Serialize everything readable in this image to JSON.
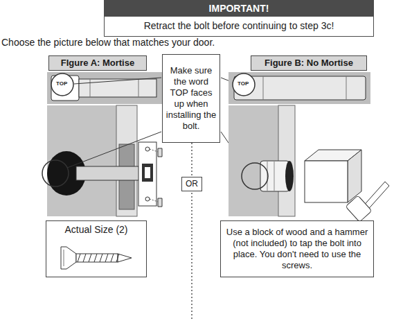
{
  "diagram": {
    "nodes": [
      {
        "text": [
          "IMPORTANT!",
          "Retract the bolt before continuing to step 3c!"
        ]
      },
      {
        "text": [
          "FIgure A: Mortise"
        ]
      },
      {
        "text": [
          "Make sure the word TOP faces up when installing the bolt."
        ]
      },
      {
        "text": [
          "Figure B: No Mortise"
        ]
      },
      {
        "text": [
          "OR"
        ]
      },
      {
        "text": [
          "Actual Size (2)"
        ]
      },
      {
        "text": [
          "Use a block of wood and a hammer (not included) to tap the bolt into place. You don't need to use the screws."
        ]
      }
    ],
    "edges": [
      {
        "from": 2,
        "to": 4,
        "arrow": "none"
      }
    ],
    "labels": [
      "Choose the picture below that matches your door.",
      "TOP",
      "TOP"
    ]
  }
}
